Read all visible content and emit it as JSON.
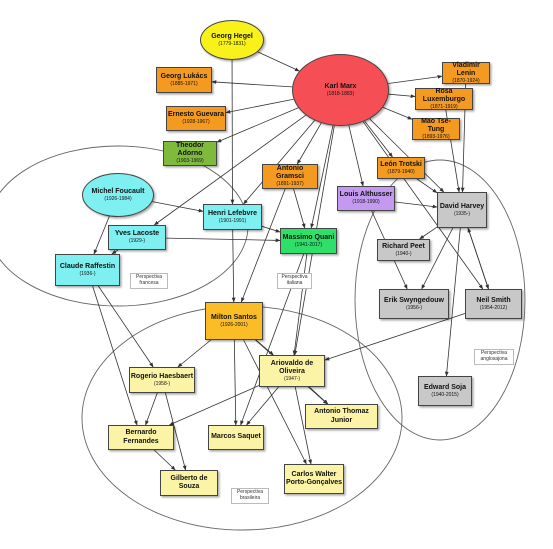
{
  "colors": {
    "yellow": "#f9f21a",
    "red": "#f54f55",
    "orange": "#f59a20",
    "green_dark": "#7fba3c",
    "green": "#2ee06a",
    "cyan": "#7ef0f2",
    "purple": "#c49af0",
    "gray": "#c8c8c8",
    "light_yellow": "#fbf3a5",
    "gold": "#fbbd26"
  },
  "nodes": {
    "hegel": {
      "name": "Georg Hegel",
      "years": "(1779-1831)"
    },
    "marx": {
      "name": "Karl Marx",
      "years": "(1818-1883)"
    },
    "lukacs": {
      "name": "Georg Lukács",
      "years": "(1885-1971)"
    },
    "guevara": {
      "name": "Ernesto Guevara",
      "years": "(1928-1967)"
    },
    "adorno": {
      "name": "Theodor Adorno",
      "years": "(1903-1969)"
    },
    "lenin": {
      "name": "Vladimir Lenin",
      "years": "(1870-1924)"
    },
    "luxemburg": {
      "name": "Rosa Luxemburgo",
      "years": "(1871-1919)"
    },
    "mao": {
      "name": "Mao Tse-Tung",
      "years": "(1893-1976)"
    },
    "trotski": {
      "name": "León Trotski",
      "years": "(1879-1940)"
    },
    "foucault": {
      "name": "Michel Foucault",
      "years": "(1926-1984)"
    },
    "gramsci": {
      "name": "Antonio Gramsci",
      "years": "(1891-1937)"
    },
    "althusser": {
      "name": "Louis Althusser",
      "years": "(1918-1990)"
    },
    "harvey": {
      "name": "David Harvey",
      "years": "(1935-)"
    },
    "lefebvre": {
      "name": "Henri Lefebvre",
      "years": "(1901-1991)"
    },
    "lacoste": {
      "name": "Yves Lacoste",
      "years": "(1929-)"
    },
    "quani": {
      "name": "Massimo Quani",
      "years": "(1941-2017)"
    },
    "peet": {
      "name": "Richard Peet",
      "years": "(1940-)"
    },
    "raffestin": {
      "name": "Claude Raffestin",
      "years": "(1936-)"
    },
    "swyngedouw": {
      "name": "Erik Swyngedouw",
      "years": "(1956-)"
    },
    "smith": {
      "name": "Neil Smith",
      "years": "(1954-2012)"
    },
    "santos": {
      "name": "Milton Santos",
      "years": "(1926-2001)"
    },
    "haesbaert": {
      "name": "Rogerio Haesbaert",
      "years": "(1958-)"
    },
    "oliveira": {
      "name": "Ariovaldo de Oliveira",
      "years": "(1947-)"
    },
    "soja": {
      "name": "Edward Soja",
      "years": "(1940-2015)"
    },
    "thomaz": {
      "name": "Antonio Thomaz Junior",
      "years": ""
    },
    "fernandes": {
      "name": "Bernardo Fernandes",
      "years": ""
    },
    "saquet": {
      "name": "Marcos Saquet",
      "years": ""
    },
    "porto": {
      "name": "Carlos Walter\nPorto-Gonçalves",
      "years": ""
    },
    "souza": {
      "name": "Gilberto de Souza",
      "years": ""
    }
  },
  "perspectives": {
    "francesa": "Perspectiva\nfrancesa",
    "italiana": "Perspectiva\nitaliana",
    "anglosajona": "Perspectiva\nanglosajona",
    "brasileira": "Perspectiva\nbrasileira"
  }
}
